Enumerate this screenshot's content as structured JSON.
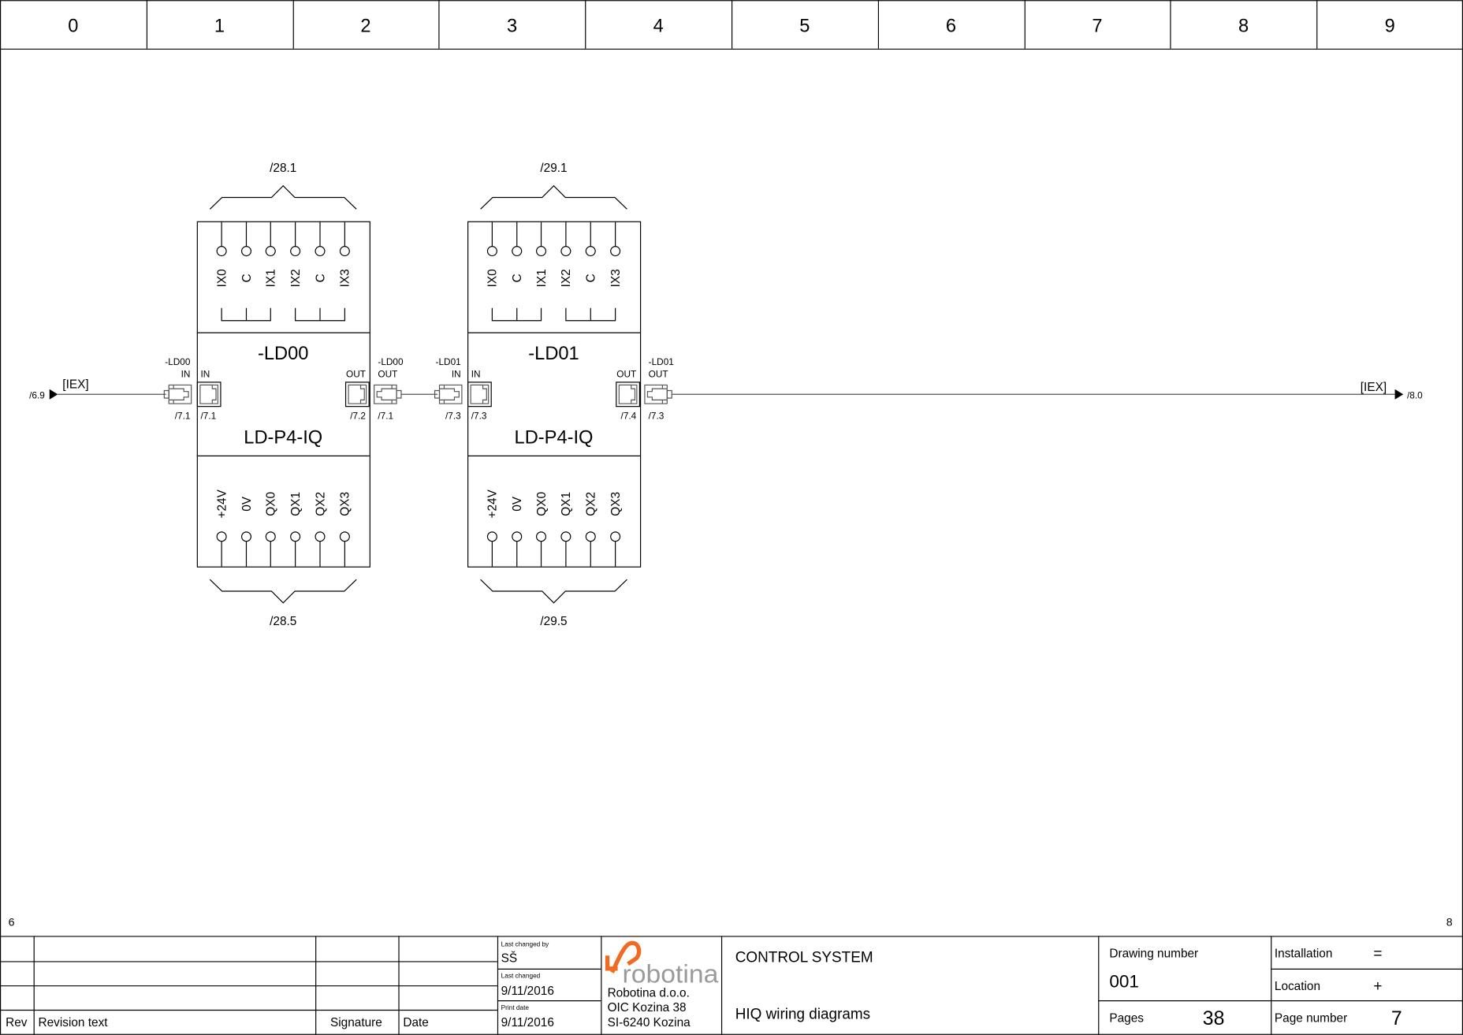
{
  "column_headers": [
    "0",
    "1",
    "2",
    "3",
    "4",
    "5",
    "6",
    "7",
    "8",
    "9"
  ],
  "margin_left_marker": "6",
  "margin_right_marker": "8",
  "bus": {
    "left_ref": "/6.9",
    "left_label": "[IEX]",
    "right_label": "[IEX]",
    "right_ref": "/8.0"
  },
  "modules": [
    {
      "name": "-LD00",
      "type": "LD-P4-IQ",
      "top_ref": "/28.1",
      "bottom_ref": "/28.5",
      "inputs": [
        "IX0",
        "C",
        "IX1",
        "IX2",
        "C",
        "IX3"
      ],
      "outputs": [
        "+24V",
        "0V",
        "QX0",
        "QX1",
        "QX2",
        "QX3"
      ],
      "in_label": "IN",
      "out_label": "OUT",
      "in_socket_ref": "/7.1",
      "out_socket_ref": "/7.2",
      "in_plug": {
        "name": "-LD00",
        "port": "IN",
        "ref": "/7.1"
      },
      "out_plug": {
        "name": "-LD00",
        "port": "OUT",
        "ref": "/7.1"
      }
    },
    {
      "name": "-LD01",
      "type": "LD-P4-IQ",
      "top_ref": "/29.1",
      "bottom_ref": "/29.5",
      "inputs": [
        "IX0",
        "C",
        "IX1",
        "IX2",
        "C",
        "IX3"
      ],
      "outputs": [
        "+24V",
        "0V",
        "QX0",
        "QX1",
        "QX2",
        "QX3"
      ],
      "in_label": "IN",
      "out_label": "OUT",
      "in_socket_ref": "/7.3",
      "out_socket_ref": "/7.4",
      "in_plug": {
        "name": "-LD01",
        "port": "IN",
        "ref": "/7.3"
      },
      "out_plug": {
        "name": "-LD01",
        "port": "OUT",
        "ref": "/7.3"
      }
    }
  ],
  "title_block": {
    "revision_headers": {
      "rev": "Rev",
      "text": "Revision text",
      "signature": "Signature",
      "date": "Date"
    },
    "last_changed_by_label": "Last changed by",
    "last_changed_by": "SŠ",
    "last_changed_label": "Last changed",
    "last_changed": "9/11/2016",
    "print_date_label": "Print date",
    "print_date": "9/11/2016",
    "logo_text": "robotina",
    "company": [
      "Robotina d.o.o.",
      "OIC Kozina 38",
      "SI-6240 Kozina"
    ],
    "project_title": "CONTROL SYSTEM",
    "drawing_title": "HIQ wiring diagrams",
    "drawing_number_label": "Drawing number",
    "drawing_number": "001",
    "pages_label": "Pages",
    "pages": "38",
    "installation_label": "Installation",
    "installation": "=",
    "location_label": "Location",
    "location": "+",
    "page_number_label": "Page number",
    "page_number": "7"
  },
  "colors": {
    "logo_orange": "#f26a21",
    "logo_gray": "#9a9a9a"
  }
}
